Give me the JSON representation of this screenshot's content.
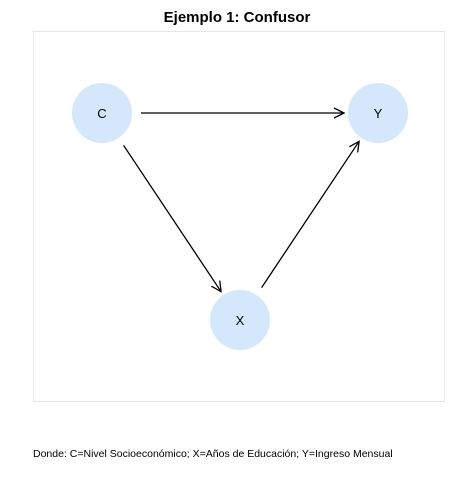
{
  "title": "Ejemplo 1: Confusor",
  "colors": {
    "node_fill": "#d4e7fb",
    "edge": "#000000",
    "text": "#000000",
    "panel_border": "#e6e6e6"
  },
  "nodes": [
    {
      "id": "C",
      "label": "C"
    },
    {
      "id": "Y",
      "label": "Y"
    },
    {
      "id": "X",
      "label": "X"
    }
  ],
  "edges": [
    {
      "from": "C",
      "to": "Y"
    },
    {
      "from": "C",
      "to": "X"
    },
    {
      "from": "X",
      "to": "Y"
    }
  ],
  "caption": "Donde: C=Nivel Socioeconómico; X=Años de Educación; Y=Ingreso Mensual"
}
